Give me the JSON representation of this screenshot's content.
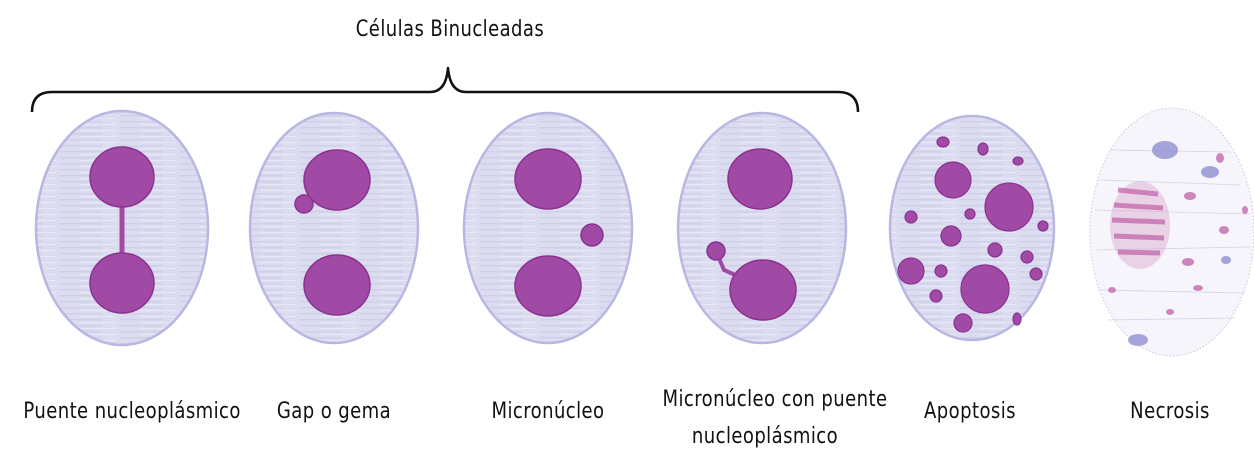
{
  "group_title": "Células Binucleadas",
  "colors": {
    "cytoplasm_fill": "#dcdcf0",
    "cytoplasm_stroke": "#b7b7e2",
    "nucleus": "#a04aa6",
    "nucleus_stroke": "#8a3290",
    "necrosis_pink": "#c060a8",
    "necrosis_blue": "#8a8ad0",
    "bracket": "#111111"
  },
  "cells": [
    {
      "id": "puente",
      "label": "Puente nucleoplásmico",
      "icon": "cell-nucleoplasmic-bridge"
    },
    {
      "id": "gap",
      "label": "Gap o gema",
      "icon": "cell-bud"
    },
    {
      "id": "micronucleo",
      "label": "Micronúcleo",
      "icon": "cell-micronucleus"
    },
    {
      "id": "micronucleo-puente",
      "label_line1": "Micronúcleo con puente",
      "label_line2": "nucleoplásmico",
      "icon": "cell-micronucleus-bridge"
    },
    {
      "id": "apoptosis",
      "label": "Apoptosis",
      "icon": "cell-apoptosis"
    },
    {
      "id": "necrosis",
      "label": "Necrosis",
      "icon": "cell-necrosis"
    }
  ]
}
